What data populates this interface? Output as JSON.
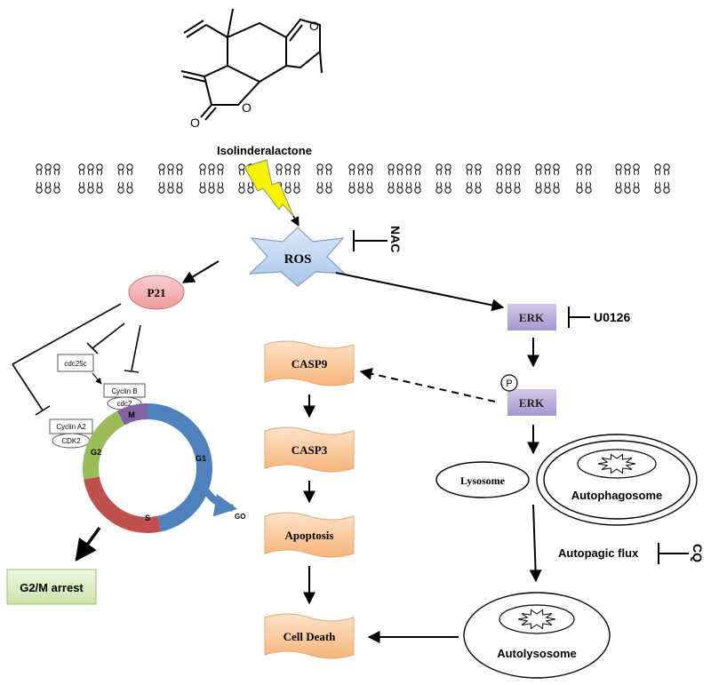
{
  "compound": {
    "name": "Isolinderalactone"
  },
  "ros": {
    "label": "ROS"
  },
  "inhibitors": {
    "nac": "NAC",
    "u0126": "U0126",
    "cq": "CQ"
  },
  "p21": {
    "label": "P21"
  },
  "erk": {
    "label": "ERK",
    "p_label": "ERK",
    "phospho": "P"
  },
  "cell_cycle": {
    "cdc25c": "cdc25c",
    "cyclin_b": "Cyclin B",
    "cdc2": "cdc2",
    "cyclin_a2": "Cyclin A2",
    "cdk2": "CDK2",
    "phases": [
      "G1",
      "S",
      "G2",
      "M"
    ],
    "go": "GO",
    "phase_colors": {
      "G1": "#4f81bd",
      "S": "#c0504d",
      "G2": "#9bbb59",
      "M": "#8064a2"
    }
  },
  "arrest": {
    "label": "G2/M arrest"
  },
  "apoptosis_path": [
    "CASP9",
    "CASP3",
    "Apoptosis",
    "Cell Death"
  ],
  "autophagy": {
    "lysosome": "Lysosome",
    "autophagosome": "Autophagosome",
    "flux": "Autopagic flux",
    "autolysosome": "Autolysosome"
  },
  "colors": {
    "ros_fill": "#c5d9f1",
    "p21_fill": "#f2a7a7",
    "erk_fill": "#b4a7d6",
    "casp_fill": "#f9c89b",
    "arrest_fill": "#d8ecc0",
    "bolt": "#f4f400"
  }
}
